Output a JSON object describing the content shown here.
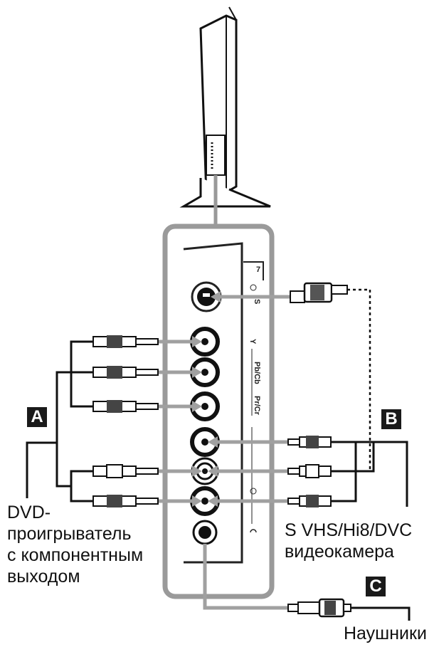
{
  "badges": {
    "a": "A",
    "b": "B",
    "c": "C"
  },
  "devices": {
    "dvd_lines": [
      "DVD-",
      "проигрыватель",
      "с компонентным",
      "выходом"
    ],
    "camcorder_lines": [
      "S VHS/Hi8/DVC",
      "видеокамера"
    ],
    "headphones": "Наушники"
  },
  "panel_labels": {
    "s_video": "S",
    "y": "Y",
    "pb_cb": "Pb/Cb",
    "pr_cr": "Pr/Cr",
    "number": "7"
  }
}
